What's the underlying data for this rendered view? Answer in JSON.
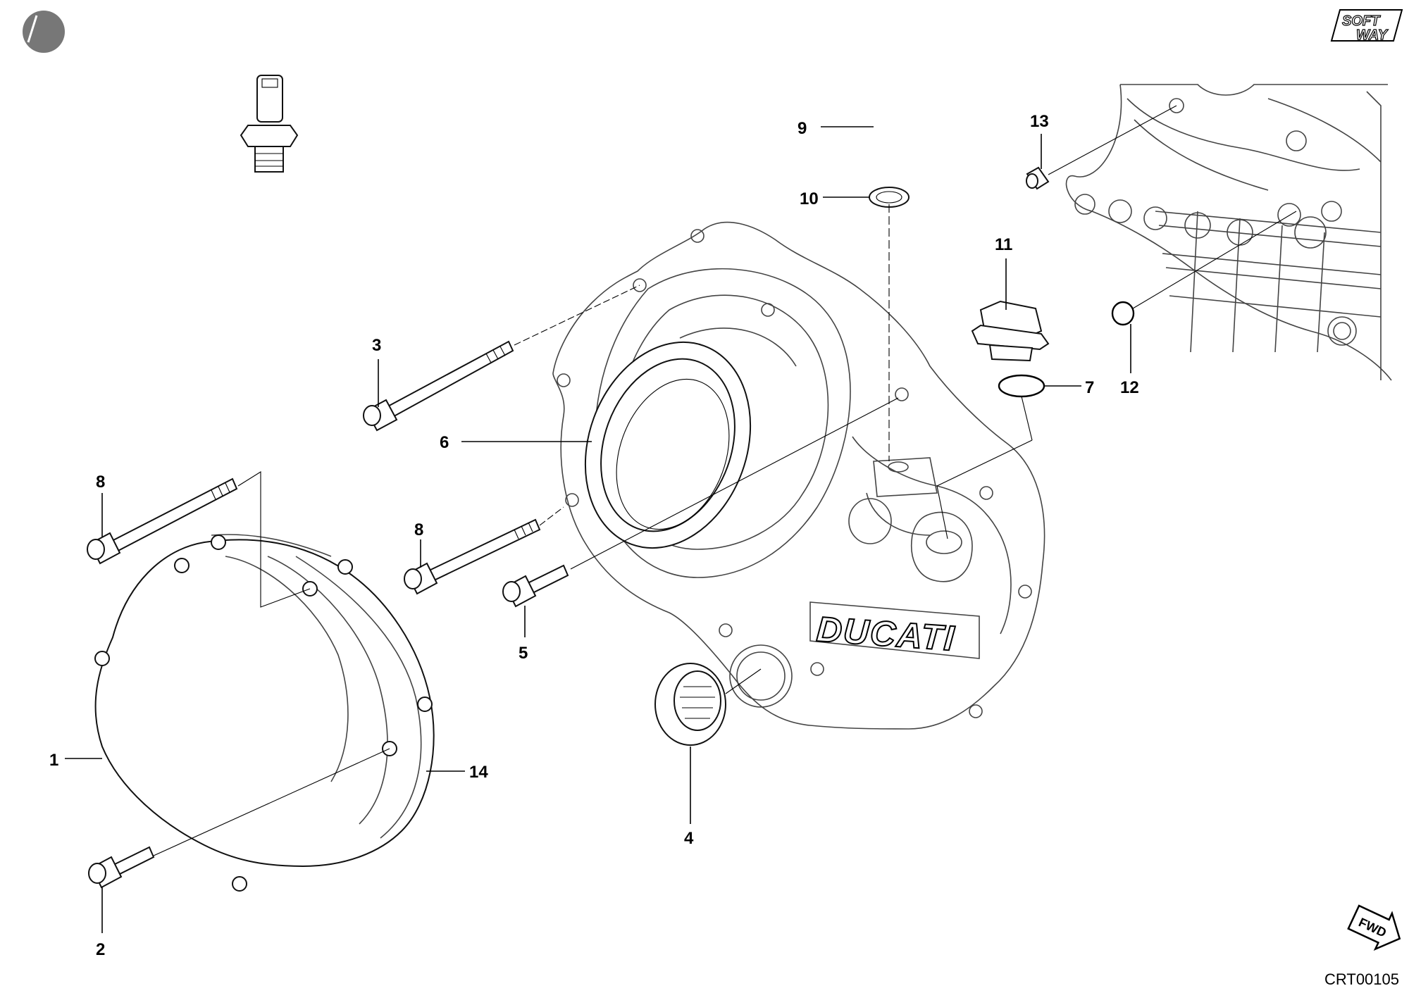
{
  "logo_text": [
    "SOFT",
    "WAY"
  ],
  "fwd_label": "FWD",
  "drawing_code": "CRT00105",
  "brand_text": "DUCATI",
  "callouts": [
    "1",
    "2",
    "3",
    "4",
    "5",
    "6",
    "7",
    "8",
    "8",
    "9",
    "10",
    "11",
    "12",
    "13",
    "14"
  ]
}
